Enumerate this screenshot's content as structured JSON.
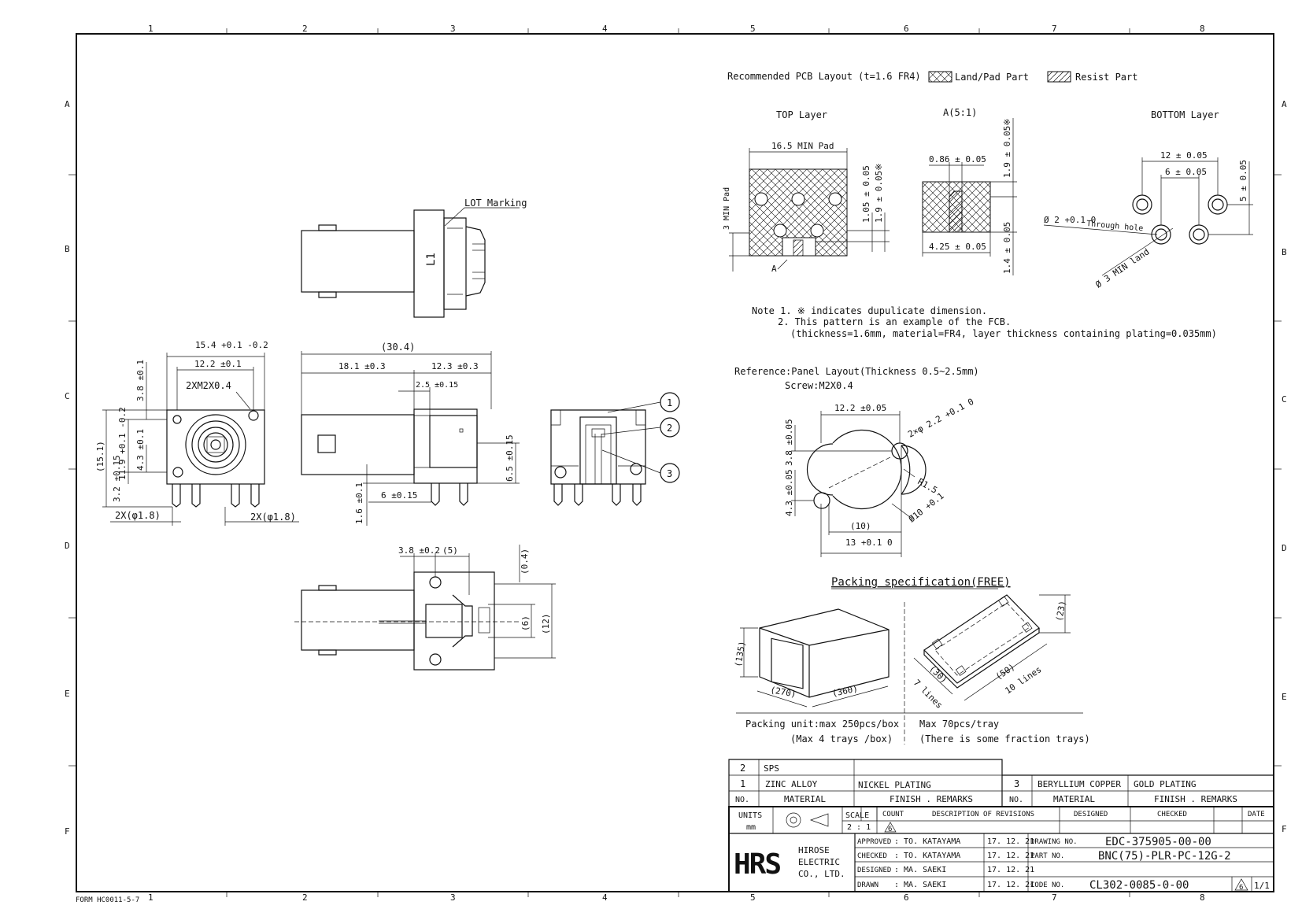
{
  "zones": {
    "columns": [
      "1",
      "2",
      "3",
      "4",
      "5",
      "6",
      "7",
      "8"
    ],
    "rows": [
      "A",
      "B",
      "C",
      "D",
      "E",
      "F"
    ]
  },
  "form_no": "FORM HC0011-5-7",
  "pcb": {
    "title": "Recommended PCB Layout (t=1.6 FR4)",
    "legend_land": "Land/Pad Part",
    "legend_resist": "Resist Part",
    "top_layer": "TOP Layer",
    "detail_a": "A(5:1)",
    "bottom_layer": "BOTTOM Layer",
    "top_dims": [
      "16.5 MIN Pad",
      "3 MIN Pad",
      "1.05 ± 0.05",
      "1.9 ± 0.05※",
      "A"
    ],
    "detail_dims": [
      "0.86 ± 0.05",
      "1.9 ± 0.05※",
      "4.25 ± 0.05",
      "1.4 ± 0.05"
    ],
    "bottom_dims": [
      "12 ± 0.05",
      "6 ± 0.05",
      "5 ± 0.05",
      "Ø 2 +0.1 0",
      "Through hole",
      "Ø 3 MIN land"
    ]
  },
  "notes": {
    "line1": "Note 1. ※ indicates dupulicate dimension.",
    "line2": "2. This pattern is an example of the FCB.",
    "line3": "(thickness=1.6mm, material=FR4, layer thickness containing plating=0.035mm)"
  },
  "panel": {
    "title": "Reference:Panel Layout(Thickness 0.5~2.5mm)",
    "screw": "Screw:M2X0.4",
    "dims": [
      "12.2 ±0.05",
      "3.8 ±0.05",
      "4.3 ±0.05",
      "2×φ 2.2 +0.1 0",
      "R1.5",
      "Ø10 +0.1",
      "(10)",
      "13 +0.1 0"
    ]
  },
  "packing": {
    "title": "Packing specification(FREE)",
    "box_dims": [
      "(135)",
      "(270)",
      "(360)"
    ],
    "tray_dims": [
      "(23)",
      "(30)",
      "(50)",
      "7 lines",
      "10 lines"
    ],
    "left_note_1": "Packing unit:max 250pcs/box",
    "left_note_2": "(Max 4 trays /box)",
    "right_note_1": "Max 70pcs/tray",
    "right_note_2": "(There is some fraction trays)"
  },
  "views": {
    "lot_marking": "LOT Marking",
    "l1": "L1",
    "front_dims": [
      "15.4 +0.1 -0.2",
      "12.2 ±0.1",
      "2XM2X0.4",
      "3.8 ±0.1",
      "(15.1)",
      "11.9 +0.1 -0.2",
      "4.3 ±0.1",
      "3.2 ±0.15",
      "2X(φ1.8)",
      "2X(φ1.8)"
    ],
    "side_dims": [
      "(30.4)",
      "18.1 ±0.3",
      "12.3 ±0.3",
      "2.5 ±0.15",
      "6.5 ±0.15",
      "6 ±0.15",
      "1.6 ±0.1"
    ],
    "top_view_dims": [
      "3.8 ±0.2",
      "(5)",
      "(0.4)",
      "(6)",
      "(12)"
    ],
    "balloons": [
      "1",
      "2",
      "3"
    ]
  },
  "materials": {
    "rows": [
      {
        "no": "2",
        "material": "SPS",
        "finish": ""
      },
      {
        "no": "1",
        "material": "ZINC ALLOY",
        "finish": "NICKEL PLATING"
      }
    ],
    "row3": {
      "no": "3",
      "material": "BERYLLIUM COPPER",
      "finish": "GOLD PLATING"
    },
    "hdr_no": "NO.",
    "hdr_material": "MATERIAL",
    "hdr_finish": "FINISH . REMARKS"
  },
  "title_block": {
    "units_label": "UNITS",
    "units_value": "mm",
    "scale_label": "SCALE",
    "scale_value": "2 : 1",
    "rev_mark": "6",
    "count_hdr": "COUNT",
    "desc_hdr": "DESCRIPTION OF REVISIONS",
    "designed_hdr": "DESIGNED",
    "checked_hdr": "CHECKED",
    "date_hdr": "DATE",
    "logo": "HRS",
    "company_1": "HIROSE",
    "company_2": "ELECTRIC",
    "company_3": "CO., LTD.",
    "approved_lbl": "APPROVED",
    "approved_name": ": TO. KATAYAMA",
    "approved_date": "17. 12. 21",
    "checked_lbl": "CHECKED",
    "checked_name": ": TO. KATAYAMA",
    "checked_date": "17. 12. 21",
    "designed_lbl": "DESIGNED",
    "designed_name": ": MA. SAEKI",
    "designed_date": "17. 12. 21",
    "drawn_lbl": "DRAWN",
    "drawn_name": ": MA. SAEKI",
    "drawn_date": "17. 12. 21",
    "drawing_no_lbl": "DRAWING NO.",
    "drawing_no": "EDC-375905-00-00",
    "part_no_lbl": "PART NO.",
    "part_no": "BNC(75)-PLR-PC-12G-2",
    "code_no_lbl": "CODE NO.",
    "code_no": "CL302-0085-0-00",
    "sheet": "1/1"
  }
}
